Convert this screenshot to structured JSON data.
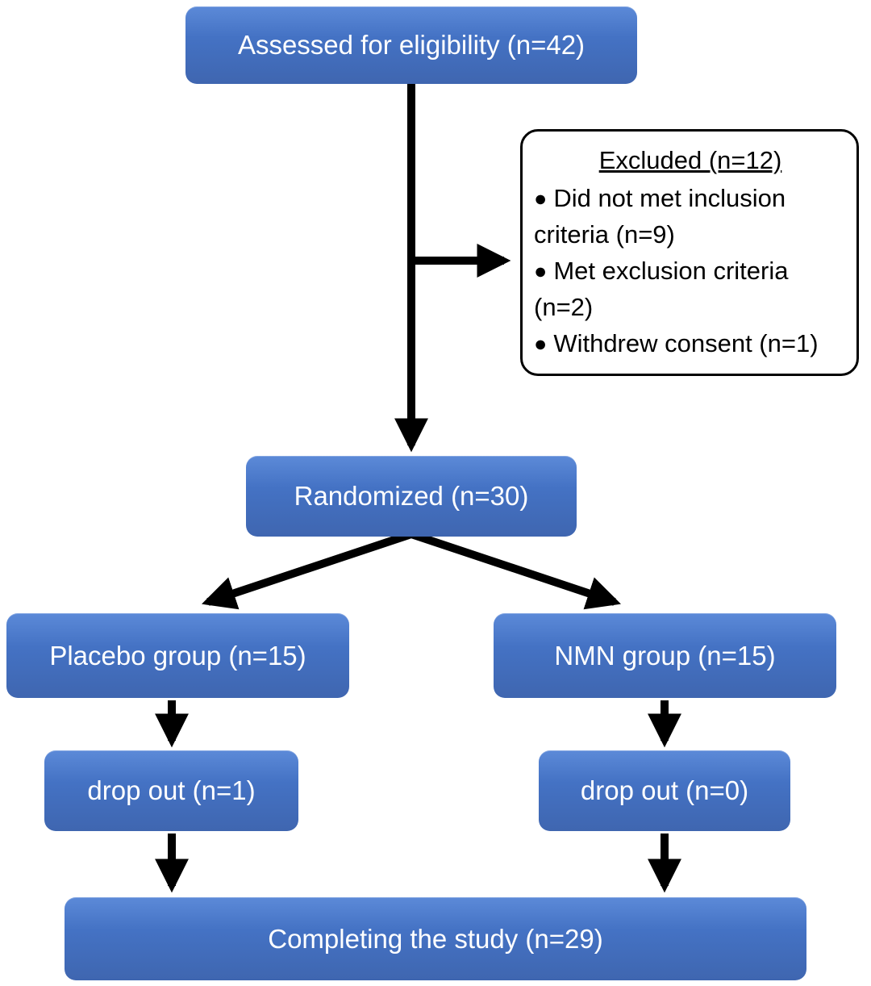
{
  "diagram": {
    "type": "consort-flowchart",
    "boxes": {
      "assessed": "Assessed for eligibility (n=42)",
      "randomized": "Randomized (n=30)",
      "placebo": "Placebo group (n=15)",
      "nmn": "NMN group (n=15)",
      "dropout_left": "drop out (n=1)",
      "dropout_right": "drop out (n=0)",
      "completing": "Completing the study (n=29)"
    },
    "excluded": {
      "title": "Excluded (n=12)",
      "bullet": "●",
      "items": [
        "Did not met inclusion criteria (n=9)",
        "Met exclusion criteria (n=2)",
        "Withdrew consent (n=1)"
      ]
    },
    "colors": {
      "box_fill": "#4472C4",
      "box_text": "#ffffff",
      "arrow": "#000000",
      "excluded_border": "#000000",
      "excluded_bg": "#ffffff"
    }
  }
}
